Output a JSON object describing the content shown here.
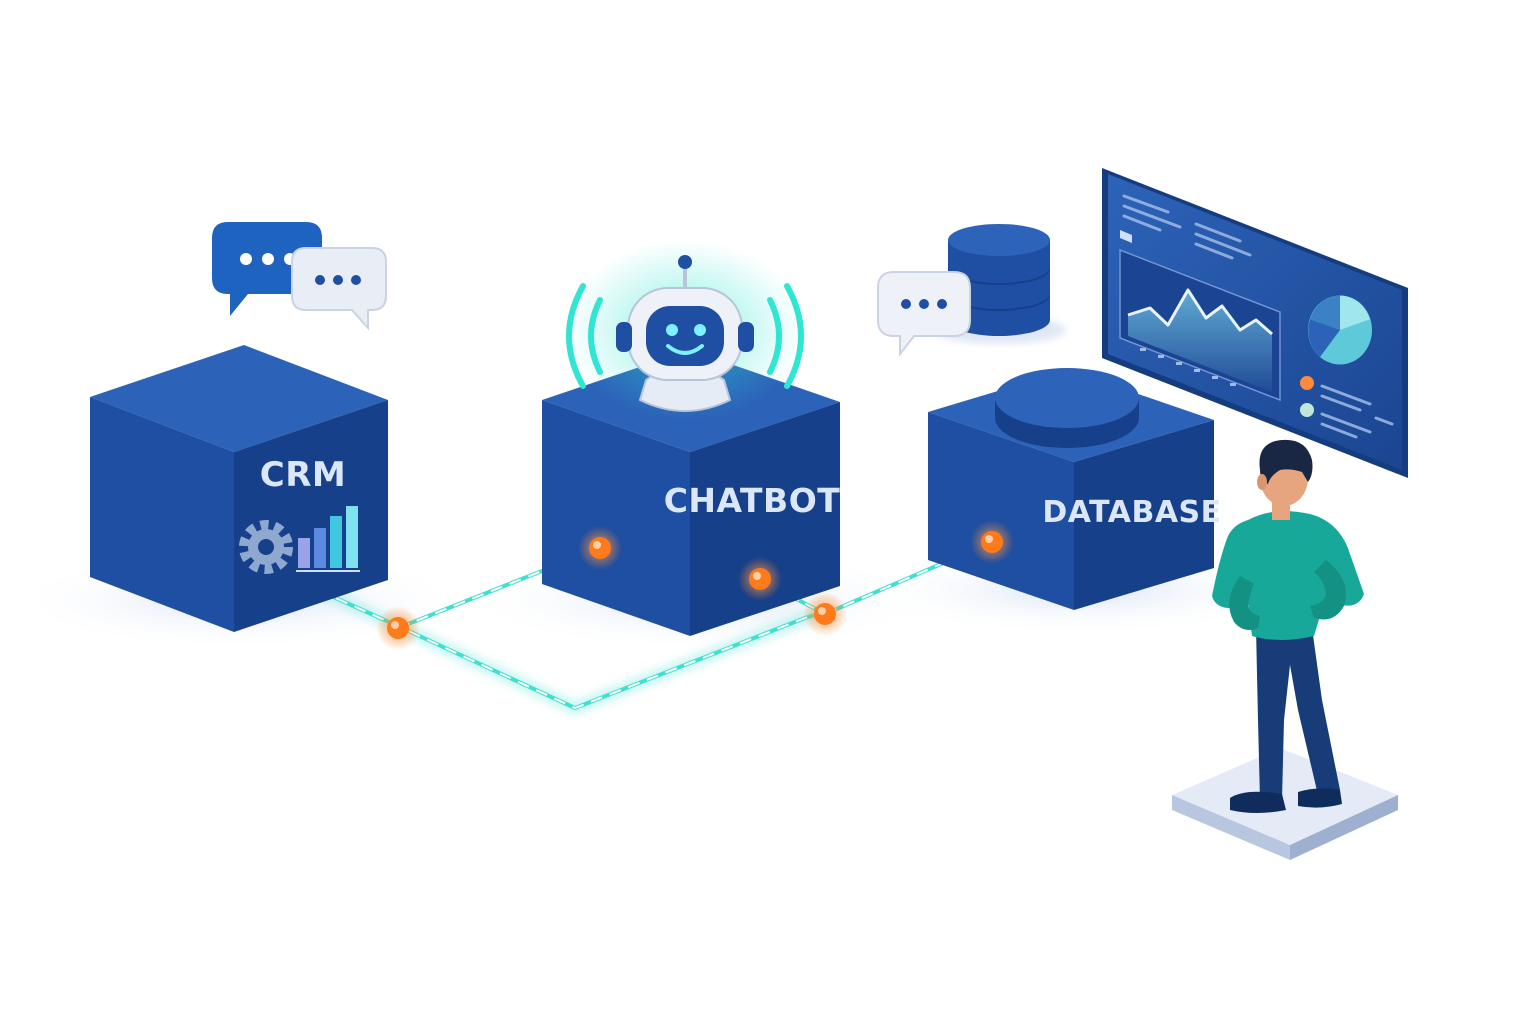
{
  "labels": {
    "crm": "CRM",
    "chatbot": "CHATBOT",
    "database": "DATABASE"
  },
  "colors": {
    "box_front": "#1e4fa3",
    "box_side": "#17408a",
    "box_top": "#2c63b8",
    "connector_line": "#3fe0d0",
    "node": "#ff7a1a",
    "robot_glow": "#2ee6d2",
    "monitor": "#2a5bb0",
    "person_shirt": "#17a89a",
    "person_pants": "#173c78"
  },
  "icons": [
    "chat-bubble-icon",
    "gear-icon",
    "bar-chart-icon",
    "robot-icon",
    "database-cylinder-icon",
    "line-chart-icon",
    "pie-chart-icon"
  ]
}
